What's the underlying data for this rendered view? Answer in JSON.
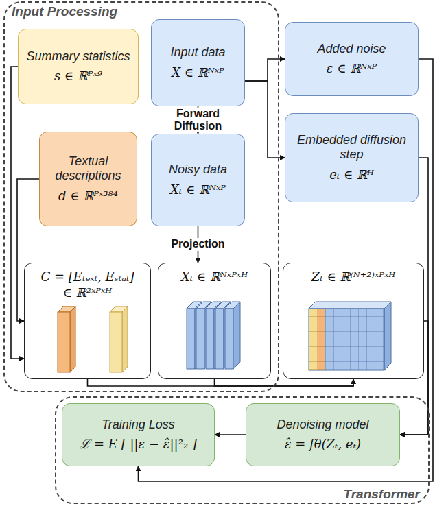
{
  "diagram": {
    "nodes": [
      {
        "text": [
          "Input Processing"
        ]
      },
      {
        "text": [
          "Summary statistics",
          "s ∈ ℝᴾˣ⁹"
        ],
        "in": 0
      },
      {
        "text": [
          "Input data",
          "X ∈ ℝᴺˣᴾ"
        ],
        "in": 0
      },
      {
        "text": [
          "Textual descriptions",
          "d ∈ ℝᴾˣ³⁸⁴"
        ],
        "in": 0
      },
      {
        "text": [
          "Noisy data",
          "Xₜ ∈ ℝᴺˣᴾ"
        ],
        "in": 0
      },
      {
        "text": [
          "C = [Eₜₑₓₜ, Eₛₜₐₜ]",
          "∈ ℝ²ˣᴾˣᴴ"
        ],
        "in": 0
      },
      {
        "text": [
          "Xₜ ∈ ℝᴺˣᴾˣᴴ"
        ],
        "in": 0
      },
      {
        "text": [
          "Added noise",
          "ε ∈ ℝᴺˣᴾ"
        ]
      },
      {
        "text": [
          "Embedded diffusion step",
          "eₜ ∈ ℝᴴ"
        ]
      },
      {
        "text": [
          "Zₜ ∈ ℝ⁽ᴺ⁺²⁾ˣᴾˣᴴ"
        ]
      },
      {
        "text": [
          "Transformer"
        ]
      },
      {
        "text": [
          "Training Loss",
          "ℒ = E [ ||ε − ε̂||²₂ ]"
        ],
        "in": 10
      },
      {
        "text": [
          "Denoising model",
          "ε̂ = fθ(Zₜ, eₜ)"
        ],
        "in": 10
      }
    ],
    "edges": [
      {
        "from": 2,
        "to": 4,
        "arrow": "to",
        "label": "Forward Diffusion"
      },
      {
        "from": 2,
        "to": 7,
        "arrow": "to"
      },
      {
        "from": 2,
        "to": 8,
        "arrow": "to"
      },
      {
        "from": 4,
        "to": 6,
        "arrow": "to",
        "label": "Projection"
      },
      {
        "from": 1,
        "to": 5,
        "arrow": "to"
      },
      {
        "from": 3,
        "to": 5,
        "arrow": "to"
      },
      {
        "from": 5,
        "to": 9,
        "arrow": "to"
      },
      {
        "from": 6,
        "to": 9,
        "arrow": "to"
      },
      {
        "from": 7,
        "to": 11,
        "arrow": "to"
      },
      {
        "from": 8,
        "to": 12,
        "arrow": "to"
      },
      {
        "from": 9,
        "to": 12,
        "arrow": "to"
      },
      {
        "from": 12,
        "to": 11,
        "arrow": "to"
      }
    ]
  }
}
